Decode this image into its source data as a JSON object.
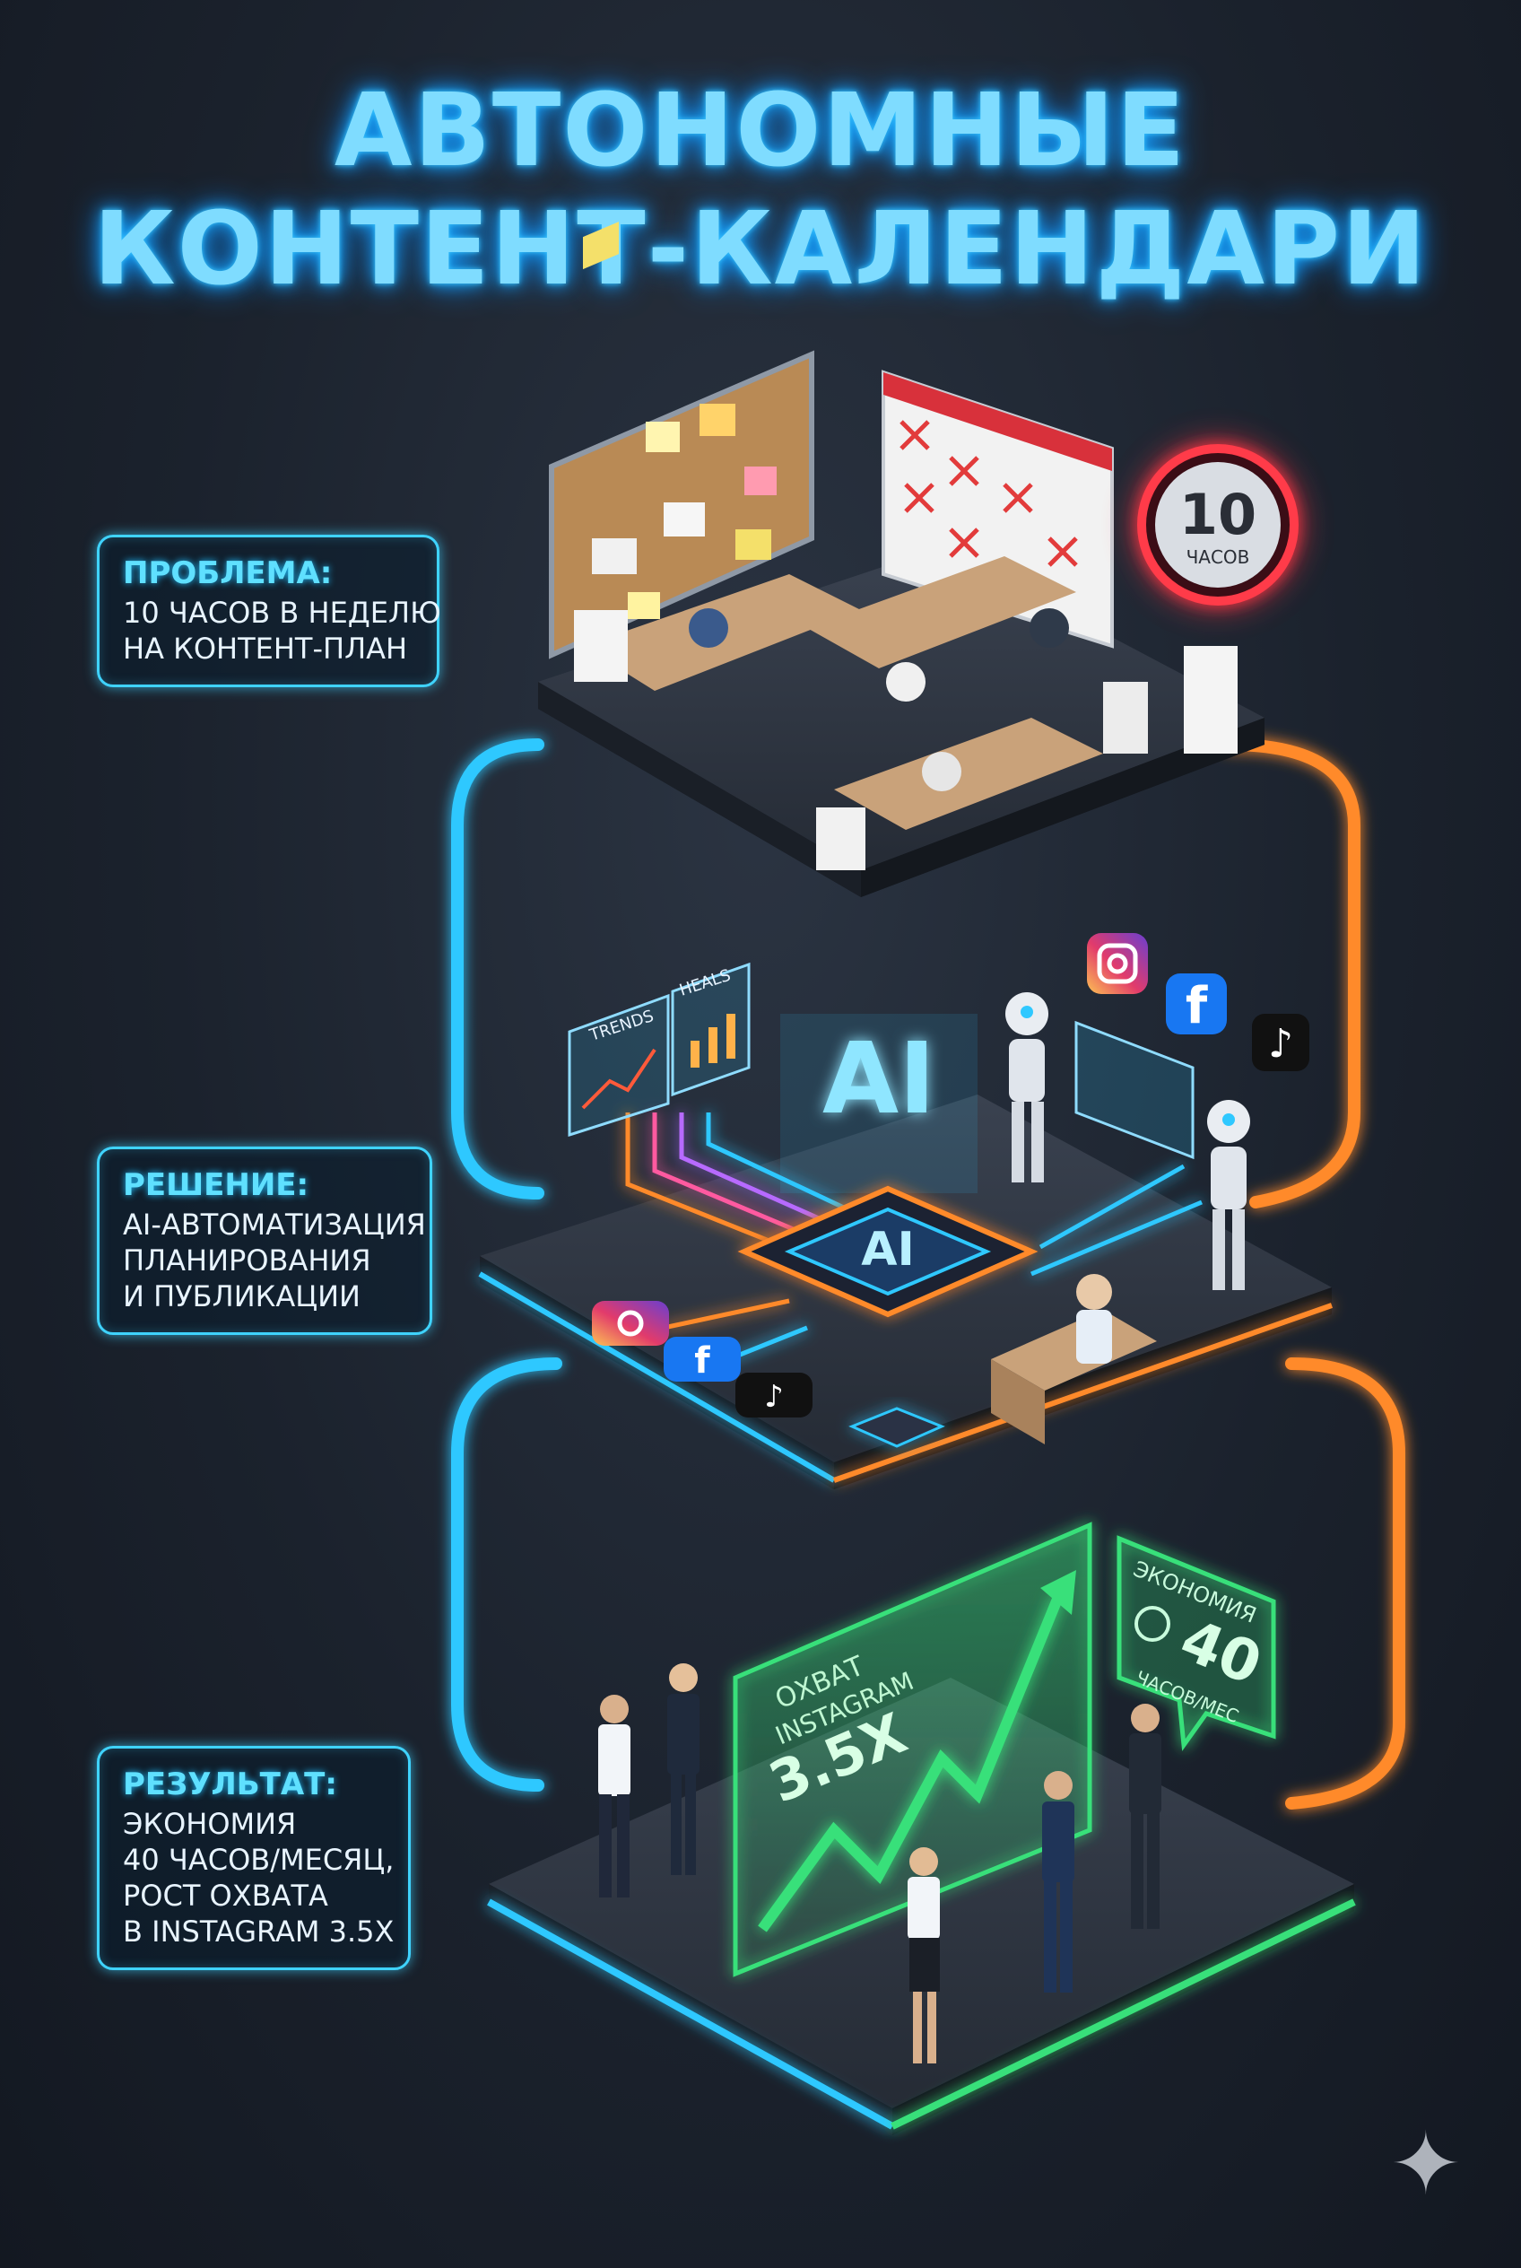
{
  "title": {
    "line1": "АВТОНОМНЫЕ",
    "line2": "КОНТЕНТ-КАЛЕНДАРИ"
  },
  "sections": [
    {
      "head": "ПРОБЛЕМА:",
      "lines": [
        "10 ЧАСОВ В НЕДЕЛЮ",
        "НА КОНТЕНТ-ПЛАН"
      ]
    },
    {
      "head": "РЕШЕНИЕ:",
      "lines": [
        "AI-АВТОМАТИЗАЦИЯ",
        "ПЛАНИРОВАНИЯ",
        "И ПУБЛИКАЦИИ"
      ]
    },
    {
      "head": "РЕЗУЛЬТАТ:",
      "lines": [
        "ЭКОНОМИЯ",
        "40 ЧАСОВ/МЕСЯЦ,",
        "РОСТ ОХВАТА",
        "В INSTAGRAM 3.5X"
      ]
    }
  ],
  "clock": {
    "value": "10",
    "unit": "ЧАСОВ"
  },
  "ai_label": "AI",
  "chip_label": "AI",
  "screen_left": "TRENDS",
  "screen_right": "HEALS",
  "growth_panel": {
    "line1": "ОХВАТ",
    "line2": "INSTAGRAM",
    "value": "3.5X"
  },
  "savings_bubble": {
    "line1": "ЭКОНОМИЯ",
    "value": "40",
    "unit": "ЧАСОВ/МЕС"
  },
  "colors": {
    "cyan": "#3fd3ff",
    "orange": "#ff8a2a",
    "green": "#39e07a",
    "red": "#ff2e3e"
  }
}
